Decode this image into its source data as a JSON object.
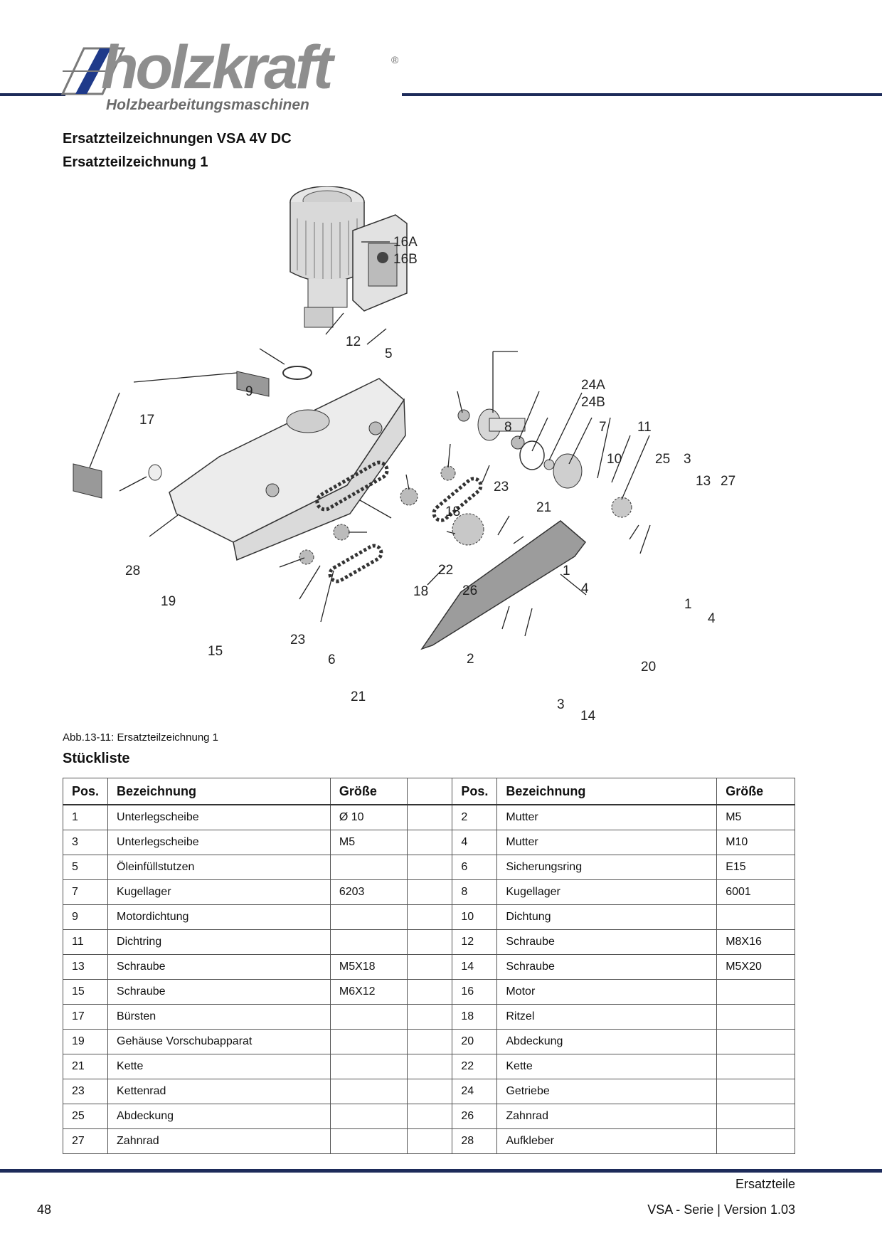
{
  "header": {
    "logo_word": "holzkraft",
    "logo_reg": "®",
    "logo_sub": "Holzbearbeitungsmaschinen"
  },
  "title": "Ersatzteilzeichnungen VSA 4V DC",
  "subtitle": "Ersatzteilzeichnung 1",
  "diagram": {
    "callouts": [
      "16A",
      "16B",
      "12",
      "5",
      "9",
      "17",
      "24A",
      "24B",
      "8",
      "7",
      "11",
      "10",
      "25",
      "3",
      "13",
      "27",
      "23",
      "21",
      "18",
      "28",
      "22",
      "18",
      "26",
      "1",
      "4",
      "19",
      "1",
      "4",
      "23",
      "15",
      "6",
      "2",
      "20",
      "21",
      "3",
      "14"
    ]
  },
  "caption": "Abb.13-11: Ersatzteilzeichnung 1",
  "parts_heading": "Stückliste",
  "table": {
    "headers": [
      "Pos.",
      "Bezeichnung",
      "Größe",
      "",
      "Pos.",
      "Bezeichnung",
      "Größe"
    ],
    "rows": [
      [
        "1",
        "Unterlegscheibe",
        "Ø 10",
        "",
        "2",
        "Mutter",
        "M5"
      ],
      [
        "3",
        "Unterlegscheibe",
        "M5",
        "",
        "4",
        "Mutter",
        "M10"
      ],
      [
        "5",
        "Öleinfüllstutzen",
        "",
        "",
        "6",
        "Sicherungsring",
        "E15"
      ],
      [
        "7",
        "Kugellager",
        "6203",
        "",
        "8",
        "Kugellager",
        "6001"
      ],
      [
        "9",
        "Motordichtung",
        "",
        "",
        "10",
        "Dichtung",
        ""
      ],
      [
        "11",
        "Dichtring",
        "",
        "",
        "12",
        "Schraube",
        "M8X16"
      ],
      [
        "13",
        "Schraube",
        "M5X18",
        "",
        "14",
        "Schraube",
        "M5X20"
      ],
      [
        "15",
        "Schraube",
        "M6X12",
        "",
        "16",
        "Motor",
        ""
      ],
      [
        "17",
        "Bürsten",
        "",
        "",
        "18",
        "Ritzel",
        ""
      ],
      [
        "19",
        "Gehäuse Vorschubapparat",
        "",
        "",
        "20",
        "Abdeckung",
        ""
      ],
      [
        "21",
        "Kette",
        "",
        "",
        "22",
        "Kette",
        ""
      ],
      [
        "23",
        "Kettenrad",
        "",
        "",
        "24",
        "Getriebe",
        ""
      ],
      [
        "25",
        "Abdeckung",
        "",
        "",
        "26",
        "Zahnrad",
        ""
      ],
      [
        "27",
        "Zahnrad",
        "",
        "",
        "28",
        "Aufkleber",
        ""
      ]
    ]
  },
  "footer": {
    "section": "Ersatzteile",
    "page": "48",
    "version": "VSA - Serie |  Version 1.03"
  },
  "colors": {
    "rule_navy": "#1d2b5a",
    "logo_gray": "#8e8e8e",
    "logo_blue": "#1f3a8a"
  }
}
